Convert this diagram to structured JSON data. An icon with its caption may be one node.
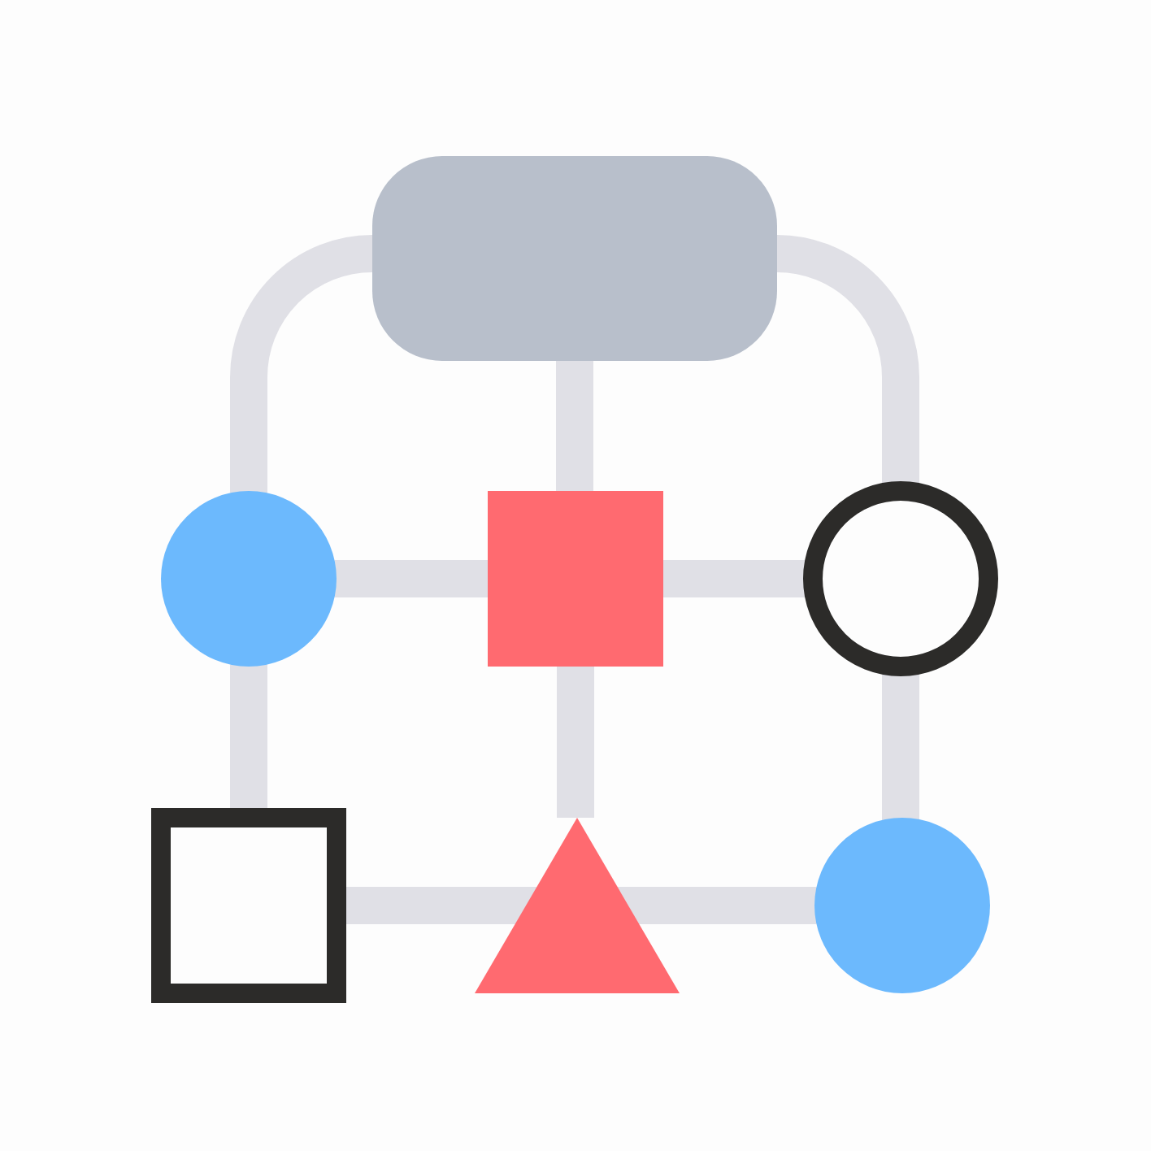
{
  "diagram": {
    "nodes": [
      {
        "text": [],
        "shape": "box"
      },
      {
        "text": [],
        "shape": "circle"
      },
      {
        "text": [],
        "shape": "box"
      },
      {
        "text": [],
        "shape": "circle"
      },
      {
        "text": [],
        "shape": "box"
      },
      {
        "text": [],
        "shape": "triangle"
      },
      {
        "text": [],
        "shape": "circle"
      }
    ],
    "edges": [
      {
        "from": 0,
        "to": 1,
        "arrow": "none"
      },
      {
        "from": 0,
        "to": 3,
        "arrow": "none"
      },
      {
        "from": 0,
        "to": 2,
        "arrow": "none"
      },
      {
        "from": 1,
        "to": 2,
        "arrow": "none"
      },
      {
        "from": 2,
        "to": 3,
        "arrow": "none"
      },
      {
        "from": 1,
        "to": 4,
        "arrow": "none"
      },
      {
        "from": 2,
        "to": 5,
        "arrow": "none"
      },
      {
        "from": 3,
        "to": 6,
        "arrow": "none"
      },
      {
        "from": 4,
        "to": 5,
        "arrow": "none"
      },
      {
        "from": 5,
        "to": 6,
        "arrow": "none"
      }
    ]
  }
}
